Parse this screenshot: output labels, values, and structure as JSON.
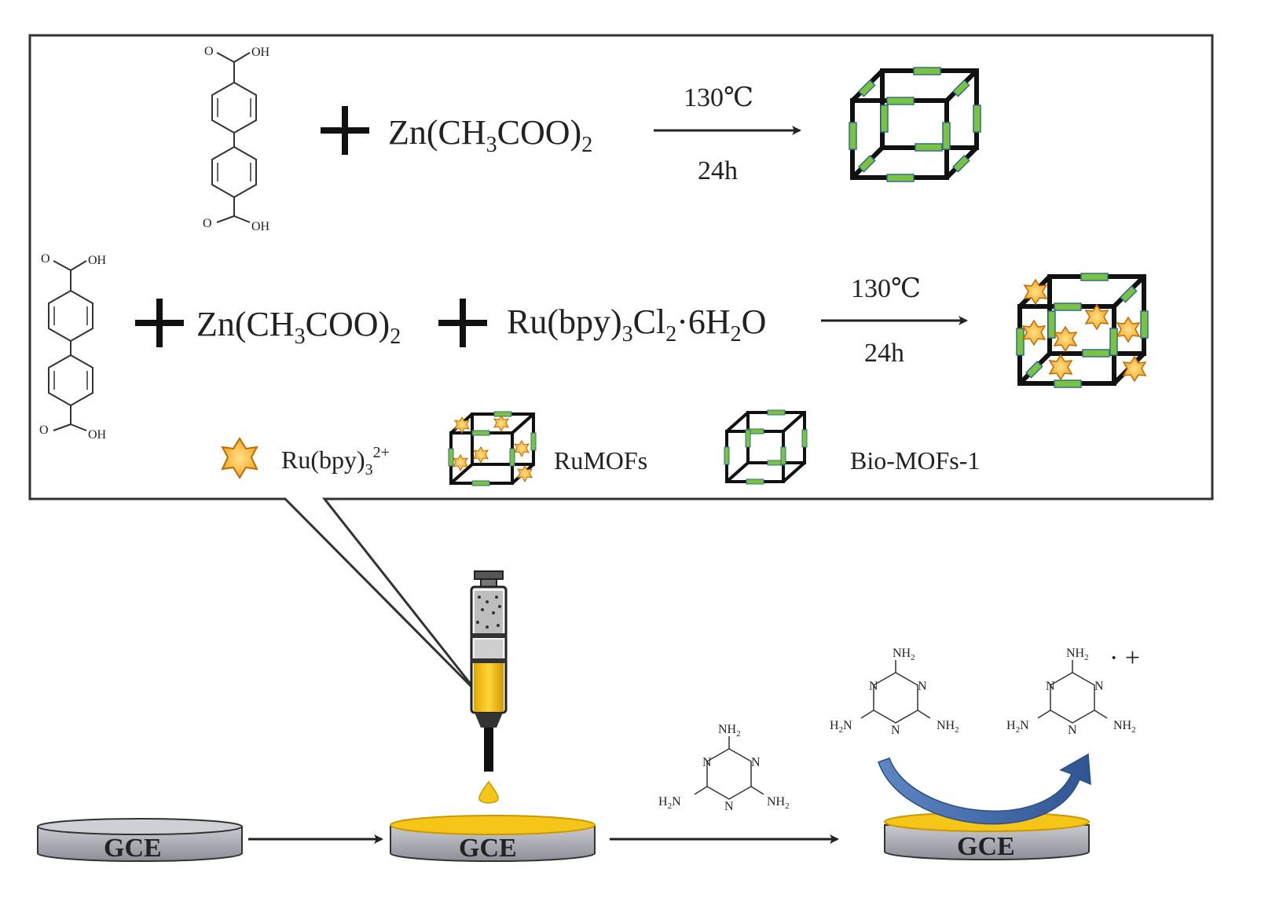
{
  "scheme": {
    "row1": {
      "reagent": "Zn(CH",
      "reagent_sub1": "3",
      "reagent_mid": "COO)",
      "reagent_sub2": "2",
      "temperature": "130℃",
      "time": "24h"
    },
    "row2": {
      "reagent1": "Zn(CH",
      "reagent1_sub1": "3",
      "reagent1_mid": "COO)",
      "reagent1_sub2": "2",
      "reagent2_a": "Ru(bpy)",
      "reagent2_sub1": "3",
      "reagent2_b": "Cl",
      "reagent2_sub2": "2",
      "reagent2_c": "·6H",
      "reagent2_sub3": "2",
      "reagent2_d": "O",
      "temperature": "130℃",
      "time": "24h"
    },
    "ligand_labels": {
      "oxygen": "O",
      "hydroxyl": "OH"
    },
    "legend": {
      "ru_complex": "Ru(bpy)",
      "ru_complex_sub": "3",
      "ru_complex_sup": "2+",
      "rumofs": "RuMOFs",
      "biomofs": "Bio-MOFs-1"
    }
  },
  "electrode": {
    "label": "GCE",
    "melamine": {
      "n": "N",
      "nh2": "NH",
      "nh2_sub": "2",
      "h2n_a": "H",
      "h2n_sub": "2",
      "h2n_b": "N"
    },
    "radical_cation": "· +"
  },
  "colors": {
    "mof_linker": "#7cc242",
    "ru_star": "#f3a21b",
    "electrode_body": "#b2b2ba",
    "electrode_coating": "#f5c518",
    "curved_arrow": "#3f6aa8",
    "frame": "#333333"
  }
}
